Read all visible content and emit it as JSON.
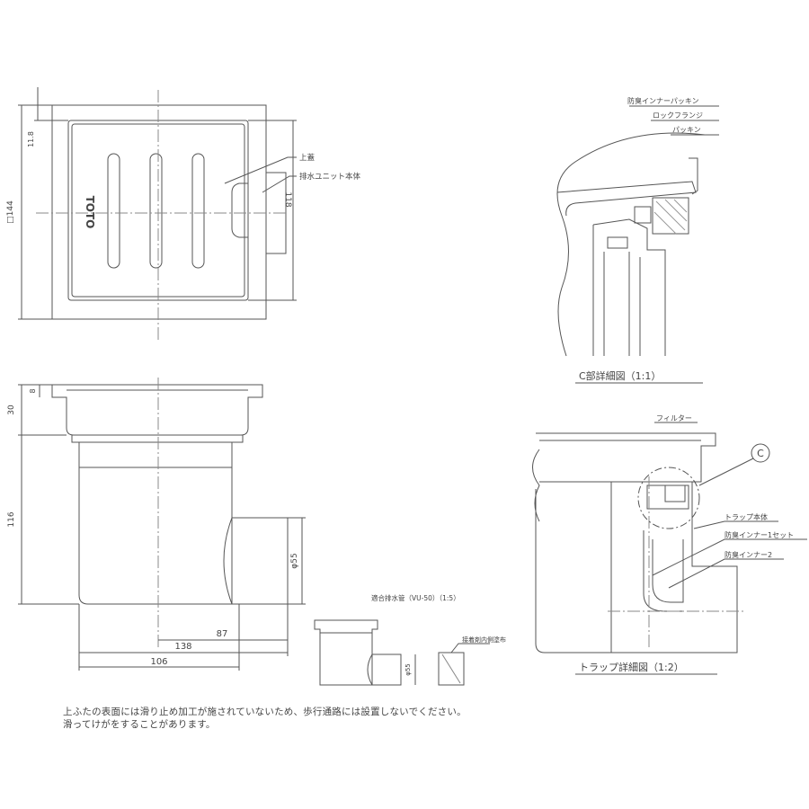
{
  "brand": "TOTO",
  "top_view": {
    "dim_side": "□144",
    "dim_small": "11.8",
    "dim_body": "118",
    "label_cover": "上蓋",
    "label_unit_body": "排水ユニット本体"
  },
  "side_view": {
    "dim_top": "8",
    "dim_height_upper": "30",
    "dim_height_lower": "116",
    "dim_outlet_dia": "φ55",
    "dim_87": "87",
    "dim_138": "138",
    "dim_106": "106"
  },
  "pipe_detail": {
    "title": "適合排水管（VU-50）（1:5）",
    "label_adhesive": "接着剤内側塗布",
    "dim_dia": "φ55"
  },
  "c_detail": {
    "title": "C部詳細図（1:1）",
    "label_inner_packing": "防臭インナーパッキン",
    "label_lock_flange": "ロックフランジ",
    "label_packing": "パッキン"
  },
  "trap_detail": {
    "title": "トラップ詳細図（1:2）",
    "label_filter": "フィルター",
    "label_c_marker": "C",
    "label_trap_body": "トラップ本体",
    "label_inner1_set": "防臭インナー1セット",
    "label_inner2": "防臭インナー2"
  },
  "notes": {
    "line1": "上ふたの表面には滑り止め加工が施されていないため、歩行通路には設置しないでください。",
    "line2": "滑ってけがをすることがあります。"
  }
}
